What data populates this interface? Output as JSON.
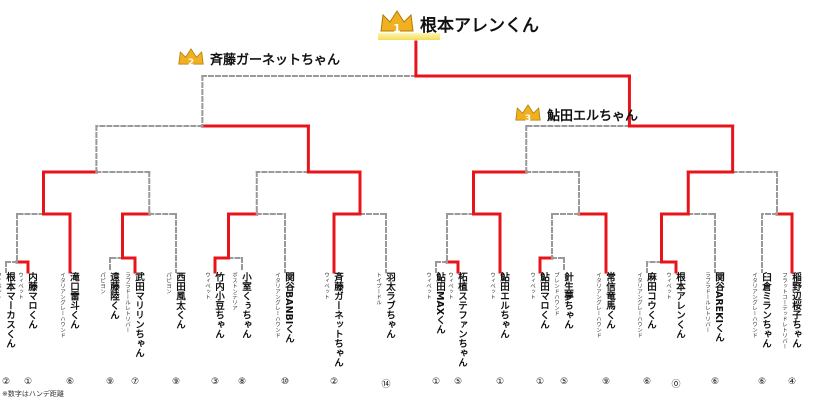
{
  "ranking": {
    "first": {
      "rank": "1",
      "name": "根本アレンくん"
    },
    "second": {
      "rank": "2",
      "name": "斉藤ガーネットちゃん"
    },
    "third": {
      "rank": "3",
      "name": "鮎田エルちゃん"
    }
  },
  "contestants": [
    {
      "name": "根本マーカスくん",
      "breed": "ウィペット",
      "age": "②"
    },
    {
      "name": "内藤マロくん",
      "breed": "ウィペット",
      "age": "①"
    },
    {
      "name": "滝口雷斗くん",
      "breed": "イタリアングレーハウンド",
      "age": "⑥"
    },
    {
      "name": "遠藤陸くん",
      "breed": "パピヨン",
      "age": "⑨"
    },
    {
      "name": "武田マリリンちゃん",
      "breed": "ラブラドールレトリバー",
      "age": "⑦"
    },
    {
      "name": "西田風太くん",
      "breed": "パピヨン",
      "age": "⑨"
    },
    {
      "name": "竹内小豆ちゃん",
      "breed": "ウィペット",
      "age": "③"
    },
    {
      "name": "小室くぅちゃん",
      "breed": "ボストンテリア",
      "age": "⑧"
    },
    {
      "name": "関谷BANBIくん",
      "breed": "イタリアングレーハウンド",
      "age": "⑩"
    },
    {
      "name": "斉藤ガーネットちゃん",
      "breed": "ウィペット",
      "age": "②"
    },
    {
      "name": "羽太ラブちゃん",
      "breed": "トイプードル",
      "age": "⑭"
    },
    {
      "name": "鮎田MAXくん",
      "breed": "ウィペット",
      "age": "①"
    },
    {
      "name": "柘植ステファンちゃん",
      "breed": "ウィペット",
      "age": "⑤"
    },
    {
      "name": "鮎田エルちゃん",
      "breed": "ウィペット",
      "age": "①"
    },
    {
      "name": "鮎田マロくん",
      "breed": "ウィペット",
      "age": "①"
    },
    {
      "name": "針生夢ちゃん",
      "breed": "ブレンドハウンド",
      "age": "⑤"
    },
    {
      "name": "常信竜馬くん",
      "breed": "イタリアングレーハウンド",
      "age": "⑨"
    },
    {
      "name": "麻田コウくん",
      "breed": "イタリアングレーハウンド",
      "age": "⑥"
    },
    {
      "name": "根本アレンくん",
      "breed": "ウィペット",
      "age": "⓪"
    },
    {
      "name": "関谷AREKIくん",
      "breed": "ラブラドールレトリバー",
      "age": "⑥"
    },
    {
      "name": "臼倉ミランちゃん",
      "breed": "イタリアングレーハウンド",
      "age": "⑥"
    },
    {
      "name": "稲野辺桜子ちゃん",
      "breed": "フラットコーテッドレトリバー",
      "age": "④"
    }
  ],
  "footnote": "※数字はハンデ距離",
  "colors": {
    "winner_path": "#e8141c",
    "loser_path": "#999999",
    "crown": "#f0b020"
  }
}
